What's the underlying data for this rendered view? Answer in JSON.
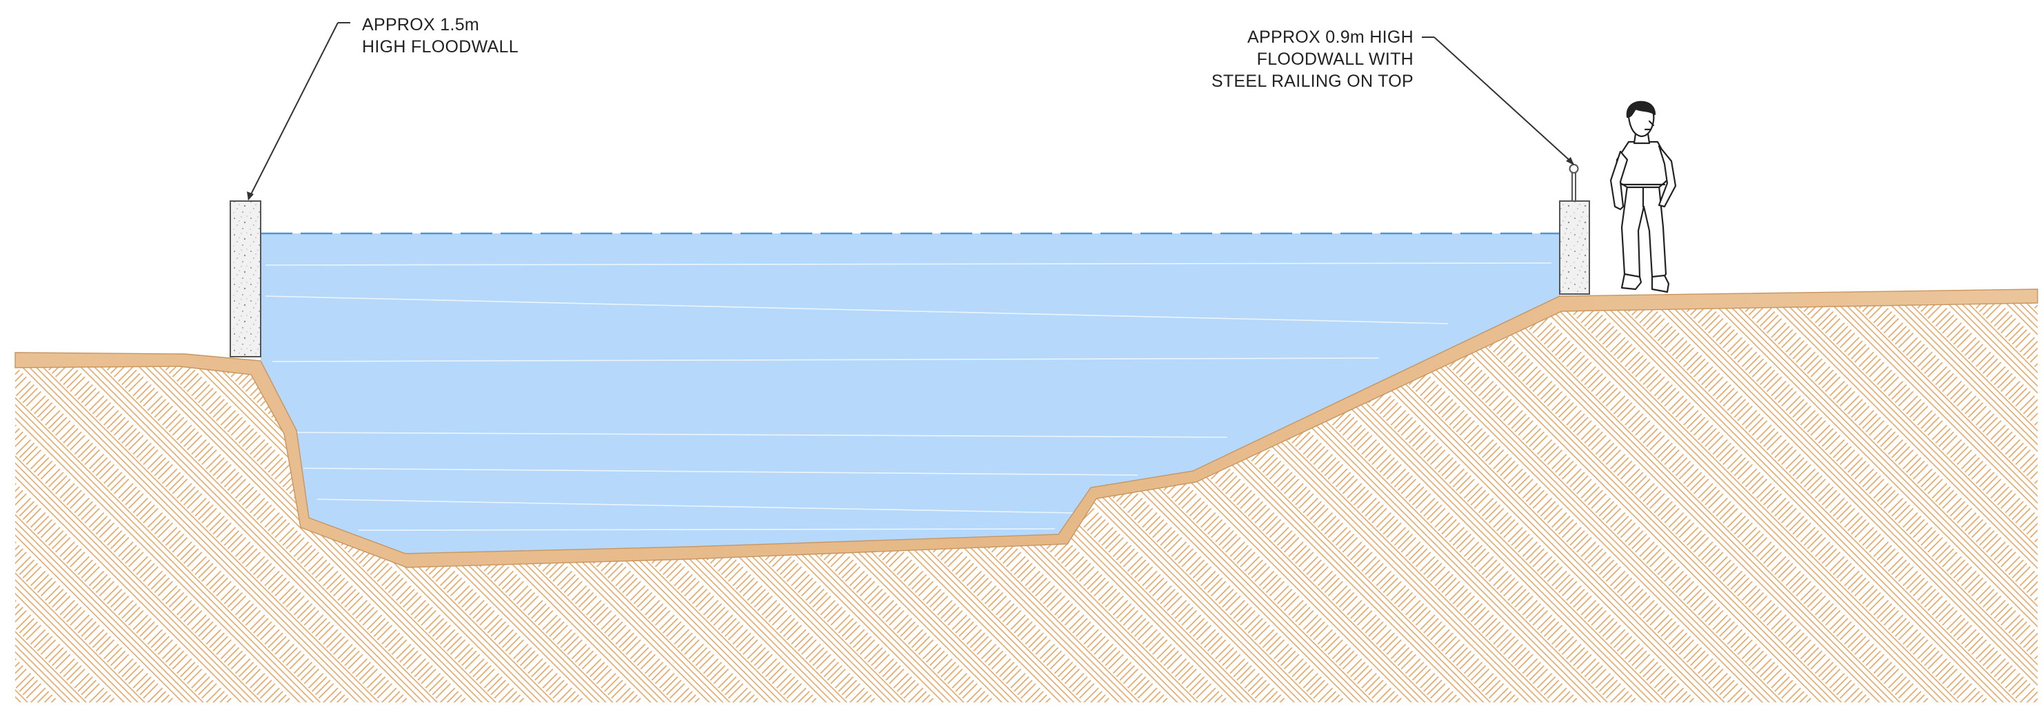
{
  "annotations": {
    "left_floodwall": {
      "lines": [
        "APPROX 1.5m",
        "HIGH FLOODWALL"
      ]
    },
    "right_floodwall": {
      "lines": [
        "APPROX 0.9m HIGH",
        "FLOODWALL WITH",
        "STEEL RAILING ON TOP"
      ]
    }
  },
  "colors": {
    "water": "#b5d8fb",
    "water_surface": "#4a97d8",
    "topsoil": "#e8bd8e",
    "ground_hatch": "#e2a15c",
    "floodwall_fill": "#eeeeee",
    "outline": "#444444"
  },
  "icons": {
    "person": "standing-man-figure",
    "railing": "steel-railing-post"
  }
}
